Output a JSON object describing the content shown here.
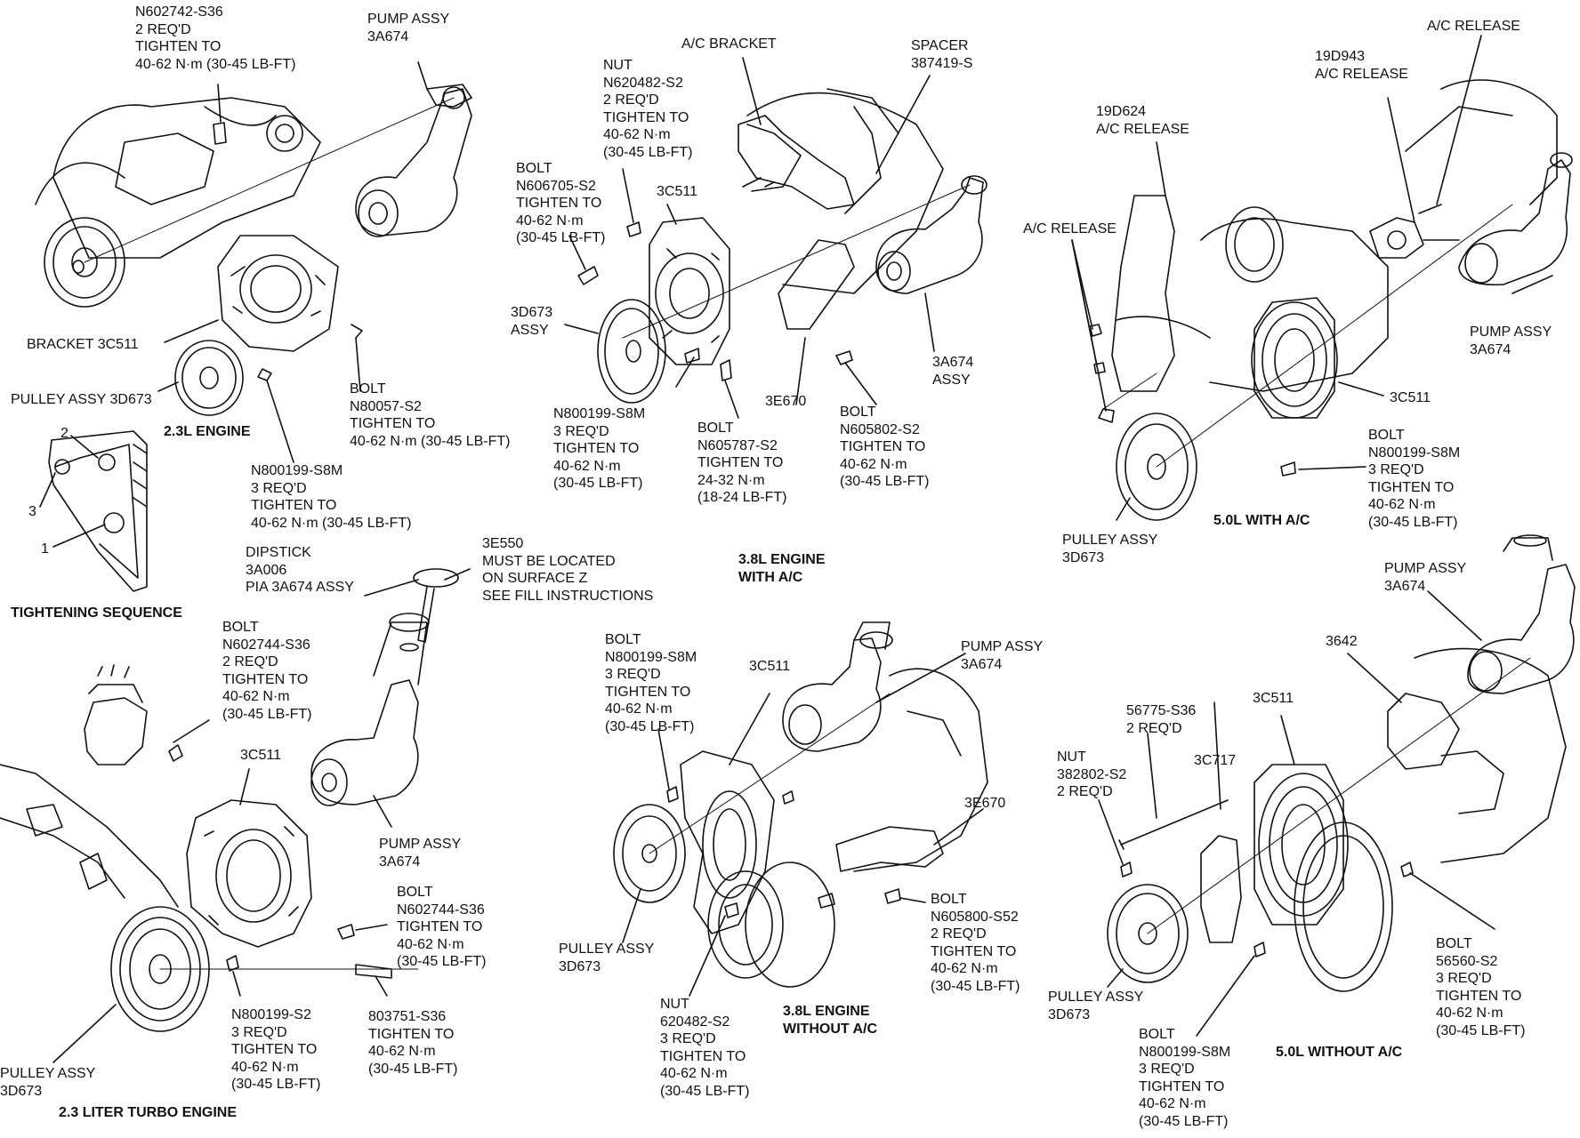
{
  "labels": {
    "e23_bolt_top": [
      "N602742-S36",
      "2 REQ'D",
      "TIGHTEN TO",
      "40-62 N·m (30-45 LB-FT)"
    ],
    "e23_pump": [
      "PUMP ASSY",
      "3A674"
    ],
    "e23_bracket": [
      "BRACKET 3C511"
    ],
    "e23_pulley": [
      "PULLEY ASSY 3D673"
    ],
    "e23_bolt_right": [
      "BOLT",
      "N80057-S2",
      "TIGHTEN TO",
      "40-62 N·m (30-45 LB-FT)"
    ],
    "e23_bolt_lower": [
      "N800199-S8M",
      "3 REQ'D",
      "TIGHTEN TO",
      "40-62 N·m (30-45 LB-FT)"
    ],
    "e23_title": [
      "2.3L ENGINE"
    ],
    "seq_2": [
      "2"
    ],
    "seq_3": [
      "3"
    ],
    "seq_1": [
      "1"
    ],
    "seq_title": [
      "TIGHTENING SEQUENCE"
    ],
    "e38ac_bracket": [
      "A/C BRACKET"
    ],
    "e38ac_spacer": [
      "SPACER",
      "387419-S"
    ],
    "e38ac_nut": [
      "NUT",
      "N620482-S2",
      "2 REQ'D",
      "TIGHTEN TO",
      "40-62 N·m",
      "(30-45 LB-FT)"
    ],
    "e38ac_bolt_left": [
      "BOLT",
      "N606705-S2",
      "TIGHTEN TO",
      "40-62 N·m",
      "(30-45 LB-FT)"
    ],
    "e38ac_3c511": [
      "3C511"
    ],
    "e38ac_3d673": [
      "3D673",
      "ASSY"
    ],
    "e38ac_3a674": [
      "3A674",
      "ASSY"
    ],
    "e38ac_3e670": [
      "3E670"
    ],
    "e38ac_n800199": [
      "N800199-S8M",
      "3 REQ'D",
      "TIGHTEN TO",
      "40-62 N·m",
      "(30-45 LB-FT)"
    ],
    "e38ac_bolt_mid": [
      "BOLT",
      "N605787-S2",
      "TIGHTEN TO",
      "24-32 N·m",
      "(18-24 LB-FT)"
    ],
    "e38ac_bolt_right": [
      "BOLT",
      "N605802-S2",
      "TIGHTEN TO",
      "40-62 N·m",
      "(30-45 LB-FT)"
    ],
    "e38ac_title": [
      "3.8L ENGINE",
      "WITH A/C"
    ],
    "e50ac_release_top": [
      "A/C RELEASE"
    ],
    "e50ac_19d943": [
      "19D943",
      "A/C RELEASE"
    ],
    "e50ac_19d624": [
      "19D624",
      "A/C RELEASE"
    ],
    "e50ac_release_left": [
      "A/C RELEASE"
    ],
    "e50ac_pump": [
      "PUMP ASSY",
      "3A674"
    ],
    "e50ac_3c511": [
      "3C511"
    ],
    "e50ac_bolt": [
      "BOLT",
      "N800199-S8M",
      "3 REQ'D",
      "TIGHTEN TO",
      "40-62 N·m",
      "(30-45 LB-FT)"
    ],
    "e50ac_pulley": [
      "PULLEY ASSY",
      "3D673"
    ],
    "e50ac_title": [
      "5.0L WITH A/C"
    ],
    "turbo_dipstick": [
      "DIPSTICK",
      "3A006",
      "PIA 3A674 ASSY"
    ],
    "turbo_3e550": [
      "3E550",
      "MUST BE LOCATED",
      "ON SURFACE Z",
      "SEE FILL INSTRUCTIONS"
    ],
    "turbo_bolt_top": [
      "BOLT",
      "N602744-S36",
      "2 REQ'D",
      "TIGHTEN TO",
      "40-62 N·m",
      "(30-45 LB-FT)"
    ],
    "turbo_3c511": [
      "3C511"
    ],
    "turbo_pump": [
      "PUMP ASSY",
      "3A674"
    ],
    "turbo_bolt_right": [
      "BOLT",
      "N602744-S36",
      "TIGHTEN TO",
      "40-62 N·m",
      "(30-45 LB-FT)"
    ],
    "turbo_n800199": [
      "N800199-S2",
      "3 REQ'D",
      "TIGHTEN TO",
      "40-62 N·m",
      "(30-45 LB-FT)"
    ],
    "turbo_803751": [
      "803751-S36",
      "TIGHTEN TO",
      "40-62 N·m",
      "(30-45 LB-FT)"
    ],
    "turbo_pulley": [
      "PULLEY ASSY",
      "3D673"
    ],
    "turbo_title": [
      "2.3 LITER TURBO ENGINE"
    ],
    "e38noac_bolt": [
      "BOLT",
      "N800199-S8M",
      "3 REQ'D",
      "TIGHTEN TO",
      "40-62 N·m",
      "(30-45 LB-FT)"
    ],
    "e38noac_3c511": [
      "3C511"
    ],
    "e38noac_pump": [
      "PUMP ASSY",
      "3A674"
    ],
    "e38noac_3e670": [
      "3E670"
    ],
    "e38noac_bolt_right": [
      "BOLT",
      "N605800-S52",
      "2 REQ'D",
      "TIGHTEN TO",
      "40-62 N·m",
      "(30-45 LB-FT)"
    ],
    "e38noac_pulley": [
      "PULLEY ASSY",
      "3D673"
    ],
    "e38noac_nut": [
      "NUT",
      "620482-S2",
      "3 REQ'D",
      "TIGHTEN TO",
      "40-62 N·m",
      "(30-45 LB-FT)"
    ],
    "e38noac_title": [
      "3.8L ENGINE",
      "WITHOUT A/C"
    ],
    "e50noac_pump": [
      "PUMP ASSY",
      "3A674"
    ],
    "e50noac_3642": [
      "3642"
    ],
    "e50noac_56775": [
      "56775-S36",
      "2 REQ'D"
    ],
    "e50noac_3c511": [
      "3C511"
    ],
    "e50noac_nut": [
      "NUT",
      "382802-S2",
      "2 REQ'D"
    ],
    "e50noac_3c717": [
      "3C717"
    ],
    "e50noac_bolt_right": [
      "BOLT",
      "56560-S2",
      "3 REQ'D",
      "TIGHTEN TO",
      "40-62 N·m",
      "(30-45 LB-FT)"
    ],
    "e50noac_pulley": [
      "PULLEY ASSY",
      "3D673"
    ],
    "e50noac_bolt_bottom": [
      "BOLT",
      "N800199-S8M",
      "3 REQ'D",
      "TIGHTEN TO",
      "40-62 N·m",
      "(30-45 LB-FT)"
    ],
    "e50noac_title": [
      "5.0L WITHOUT A/C"
    ]
  }
}
